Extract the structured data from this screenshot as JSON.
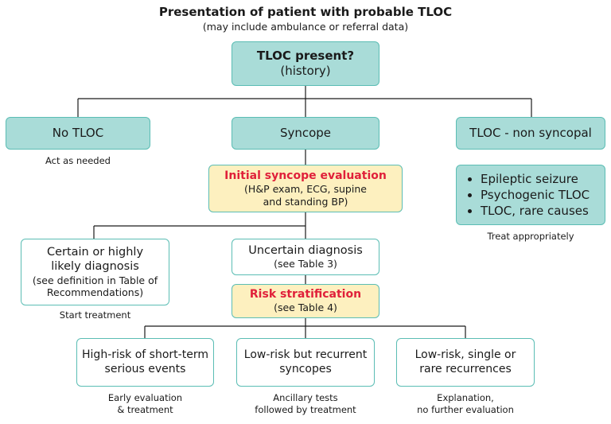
{
  "title": "Presentation of patient with probable TLOC",
  "subtitle": "(may include ambulance or referral data)",
  "tloc_present": {
    "line1": "TLOC present?",
    "line2": "(history)"
  },
  "no_tloc": {
    "label": "No TLOC",
    "note": "Act as needed"
  },
  "syncope": {
    "label": "Syncope"
  },
  "tloc_non_syncopal": {
    "label": "TLOC - non syncopal",
    "causes": [
      "Epileptic seizure",
      "Psychogenic TLOC",
      "TLOC, rare causes"
    ],
    "note": "Treat appropriately"
  },
  "initial_eval": {
    "title": "Initial syncope evaluation",
    "line1": "(H&P exam, ECG, supine",
    "line2": "and standing BP)"
  },
  "certain_diagnosis": {
    "line1": "Certain or highly",
    "line2": "likely diagnosis",
    "line3": "(see definition in Table of",
    "line4": "Recommendations)",
    "note": "Start treatment"
  },
  "uncertain_diagnosis": {
    "line1": "Uncertain diagnosis",
    "line2": "(see Table 3)"
  },
  "risk_stratification": {
    "title": "Risk stratification",
    "line2": "(see Table 4)"
  },
  "high_risk": {
    "line1": "High-risk of short-term",
    "line2": "serious events",
    "note1": "Early evaluation",
    "note2": "& treatment"
  },
  "low_risk_recurrent": {
    "line1": "Low-risk but recurrent",
    "line2": "syncopes",
    "note1": "Ancillary tests",
    "note2": "followed by  treatment"
  },
  "low_risk_single": {
    "line1": "Low-risk, single or",
    "line2": "rare recurrences",
    "note1": "Explanation,",
    "note2": "no further evaluation"
  },
  "colors": {
    "teal_fill": "#a9dcd8",
    "teal_border": "#5bbdb4",
    "yellow_fill": "#fdf0bf",
    "red_text": "#e0203a"
  }
}
